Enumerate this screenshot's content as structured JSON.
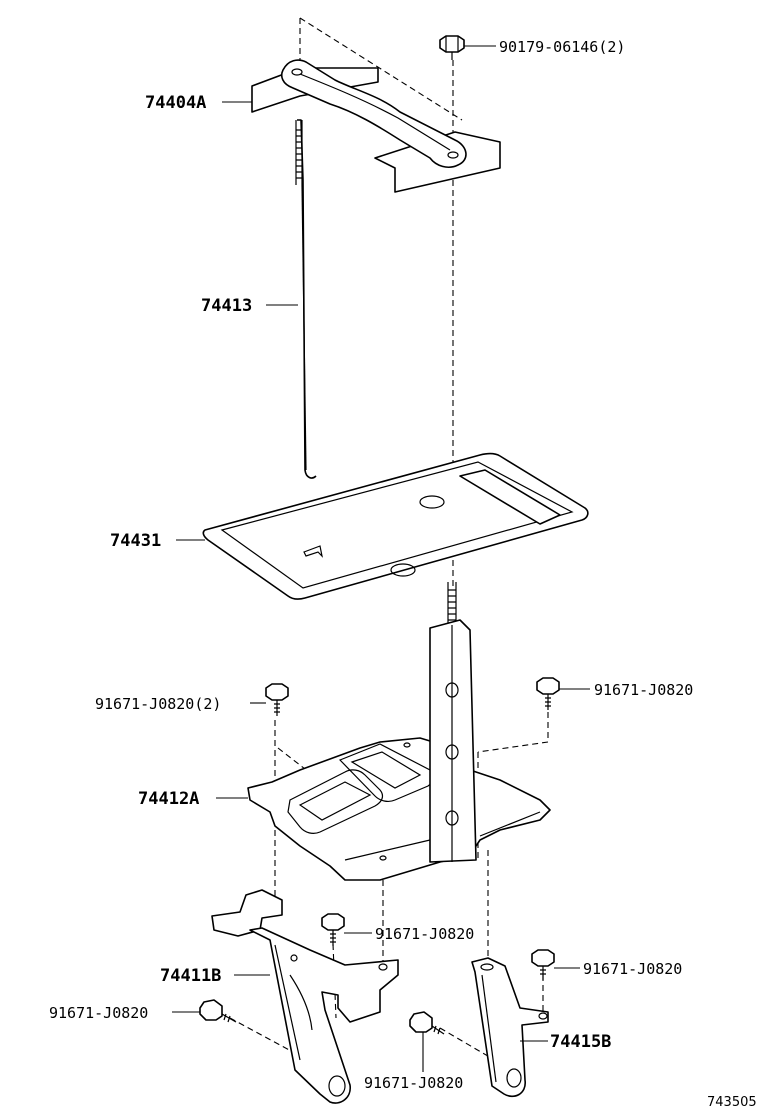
{
  "diagram": {
    "callouts": {
      "nut_top": "90179-06146(2)",
      "clamp": "74404A",
      "rod": "74413",
      "tray": "74431",
      "bolt_left_upper": "91671-J0820(2)",
      "bolt_right_upper": "91671-J0820",
      "carrier": "74412A",
      "bolt_mid": "91671-J0820",
      "bracket_left": "74411B",
      "bolt_right_lower": "91671-J0820",
      "bolt_left_lower": "91671-J0820",
      "bracket_right": "74415B",
      "bolt_bottom": "91671-J0820"
    },
    "figure_number": "743505"
  }
}
